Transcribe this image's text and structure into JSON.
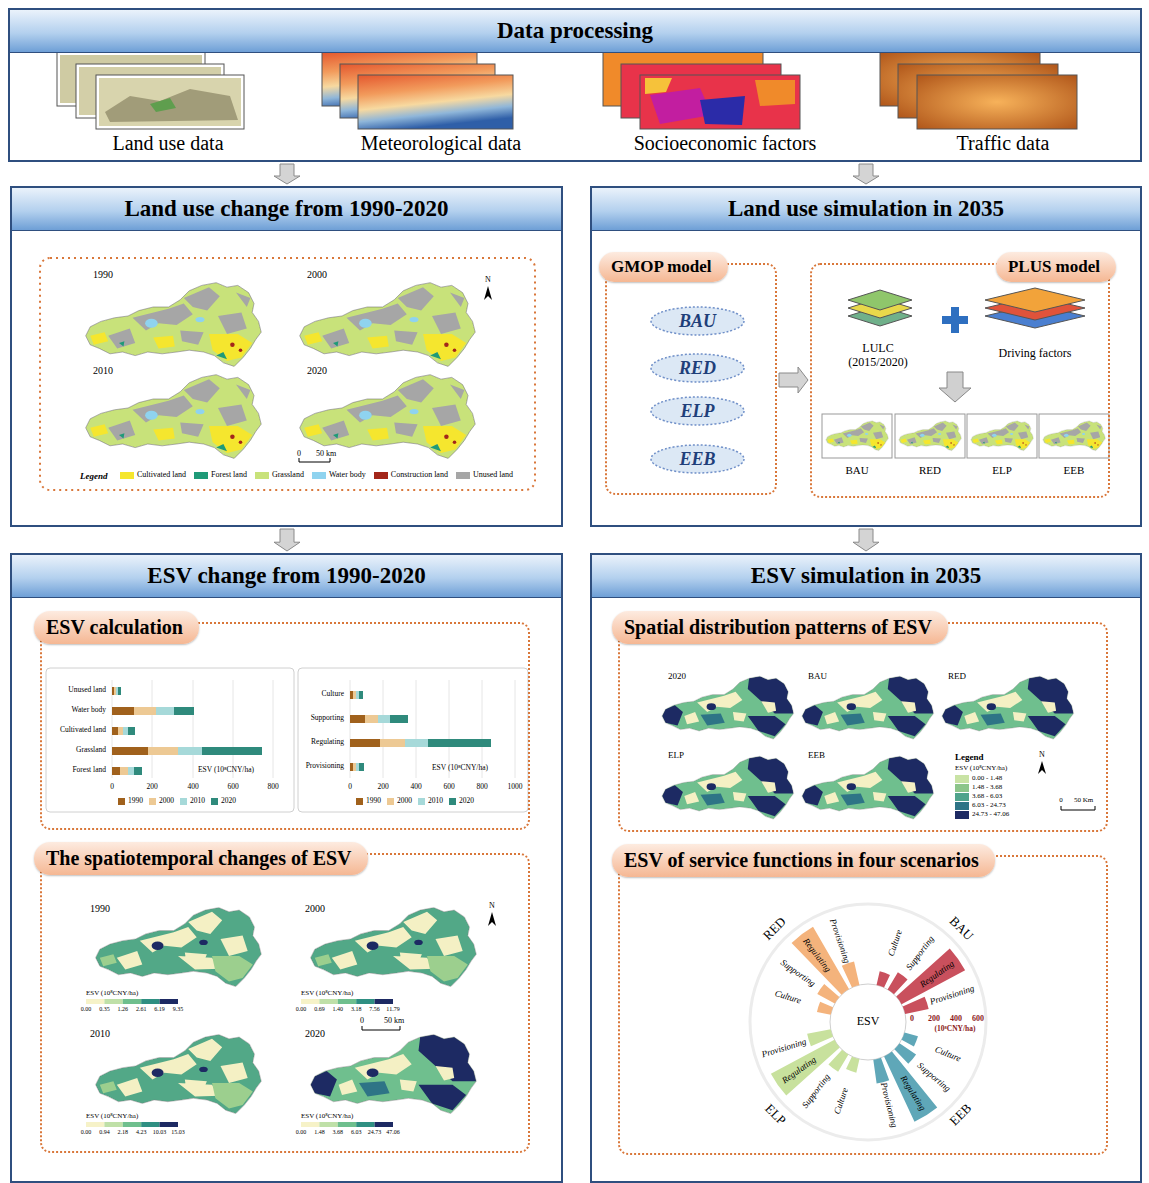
{
  "diagram": {
    "nodes": [
      {
        "text": [
          "Data processing"
        ]
      },
      {
        "text": [
          "Land use change from 1990-2020"
        ]
      },
      {
        "text": [
          "Land use simulation in 2035"
        ]
      },
      {
        "text": [
          "GMOP model"
        ],
        "in": 2
      },
      {
        "text": [
          "BAU"
        ],
        "in": 3
      },
      {
        "text": [
          "RED"
        ],
        "in": 3
      },
      {
        "text": [
          "ELP"
        ],
        "in": 3
      },
      {
        "text": [
          "EEB"
        ],
        "in": 3
      },
      {
        "text": [
          "PLUS model"
        ],
        "in": 2
      },
      {
        "text": [
          "ESV change from 1990-2020"
        ]
      },
      {
        "text": [
          "ESV calculation"
        ],
        "in": 9
      },
      {
        "text": [
          "The spatiotemporal changes of ESV"
        ],
        "in": 9
      },
      {
        "text": [
          "ESV simulation in 2035"
        ]
      },
      {
        "text": [
          "Spatial distribution patterns of ESV"
        ],
        "in": 12
      },
      {
        "text": [
          "ESV of service functions in four scenarios"
        ],
        "in": 12
      }
    ],
    "edges": [
      {
        "from": 0,
        "to": 1,
        "arrow": "to"
      },
      {
        "from": 0,
        "to": 2,
        "arrow": "to"
      },
      {
        "from": 1,
        "to": 9,
        "arrow": "to"
      },
      {
        "from": 2,
        "to": 12,
        "arrow": "to"
      },
      {
        "from": 3,
        "to": 8,
        "arrow": "to"
      }
    ],
    "labels": [
      "Land use data",
      "Meteorological data",
      "Socioeconomic factors",
      "Traffic data",
      "1990",
      "2000",
      "2010",
      "2020",
      "N",
      "0",
      "50 km",
      "Legend",
      "LULC (2015/2020)",
      "Driving factors",
      "BAU",
      "RED",
      "ELP",
      "EEB",
      "Unused land",
      "Water body",
      "Cultivated land",
      "Grassland",
      "Forest land",
      "ESV (10⁸CNY/ha)",
      "0",
      "200",
      "400",
      "600",
      "800",
      "Culture",
      "Supporting",
      "Regulating",
      "Provisioning",
      "ESV (10⁸CNY/ha)",
      "0",
      "200",
      "400",
      "600",
      "800",
      "1000",
      "1990",
      "2000",
      "2010",
      "2020",
      "N",
      "0",
      "50 km",
      "ESV (10⁸CNY/ha)",
      "0.00",
      "0.35",
      "1.26",
      "2.61",
      "6.19",
      "9.35",
      "ESV (10⁸CNY/ha)",
      "0.00",
      "0.69",
      "1.40",
      "3.18",
      "7.56",
      "11.79",
      "ESV (10⁸CNY/ha)",
      "0.00",
      "0.94",
      "2.18",
      "4.23",
      "10.03",
      "15.03",
      "ESV (10⁸CNY/ha)",
      "0.00",
      "1.48",
      "3.68",
      "6.03",
      "24.73",
      "47.06",
      "2020",
      "BAU",
      "RED",
      "ELP",
      "EEB",
      "Legend",
      "ESV (10⁸CNY/ha)",
      "N",
      "0",
      "50 Km",
      "RED",
      "Provisioning",
      "Regulating",
      "Supporting",
      "Culture",
      "BAU",
      "Culture",
      "Supporting",
      "Regulating",
      "Provisioning",
      "ESV",
      "0",
      "200",
      "400",
      "600",
      "(10⁸CNY/ha)",
      "ELP",
      "Provisioning",
      "Regulating",
      "Supporting",
      "Culture",
      "EEB",
      "Culture",
      "Supporting",
      "Regulating",
      "Provisioning"
    ],
    "legend": [
      {
        "text": "Cultivated land",
        "color": "#f5e62e"
      },
      {
        "text": "Forest land",
        "color": "#1f9a78"
      },
      {
        "text": "Grassland",
        "color": "#c8e27a"
      },
      {
        "text": "Water body",
        "color": "#8fd3ef"
      },
      {
        "text": "Construction land",
        "color": "#a3261a"
      },
      {
        "text": "Unused land",
        "color": "#a6a6a6"
      },
      {
        "text": "1990",
        "color": "#a0611c"
      },
      {
        "text": "2000",
        "color": "#edc994"
      },
      {
        "text": "2010",
        "color": "#a6d9d9"
      },
      {
        "text": "2020",
        "color": "#2f8a7c"
      },
      {
        "text": "1990",
        "color": "#a0611c"
      },
      {
        "text": "2000",
        "color": "#edc994"
      },
      {
        "text": "2010",
        "color": "#a6d9d9"
      },
      {
        "text": "2020",
        "color": "#2f8a7c"
      },
      {
        "text": "0.00 - 1.48",
        "color": "#c9e3a5"
      },
      {
        "text": "1.48 - 3.68",
        "color": "#8cc58a"
      },
      {
        "text": "3.68 - 6.03",
        "color": "#4fa38b"
      },
      {
        "text": "6.03 - 24.73",
        "color": "#2e7486"
      },
      {
        "text": "24.73 - 47.06",
        "color": "#1d2a63"
      }
    ]
  }
}
